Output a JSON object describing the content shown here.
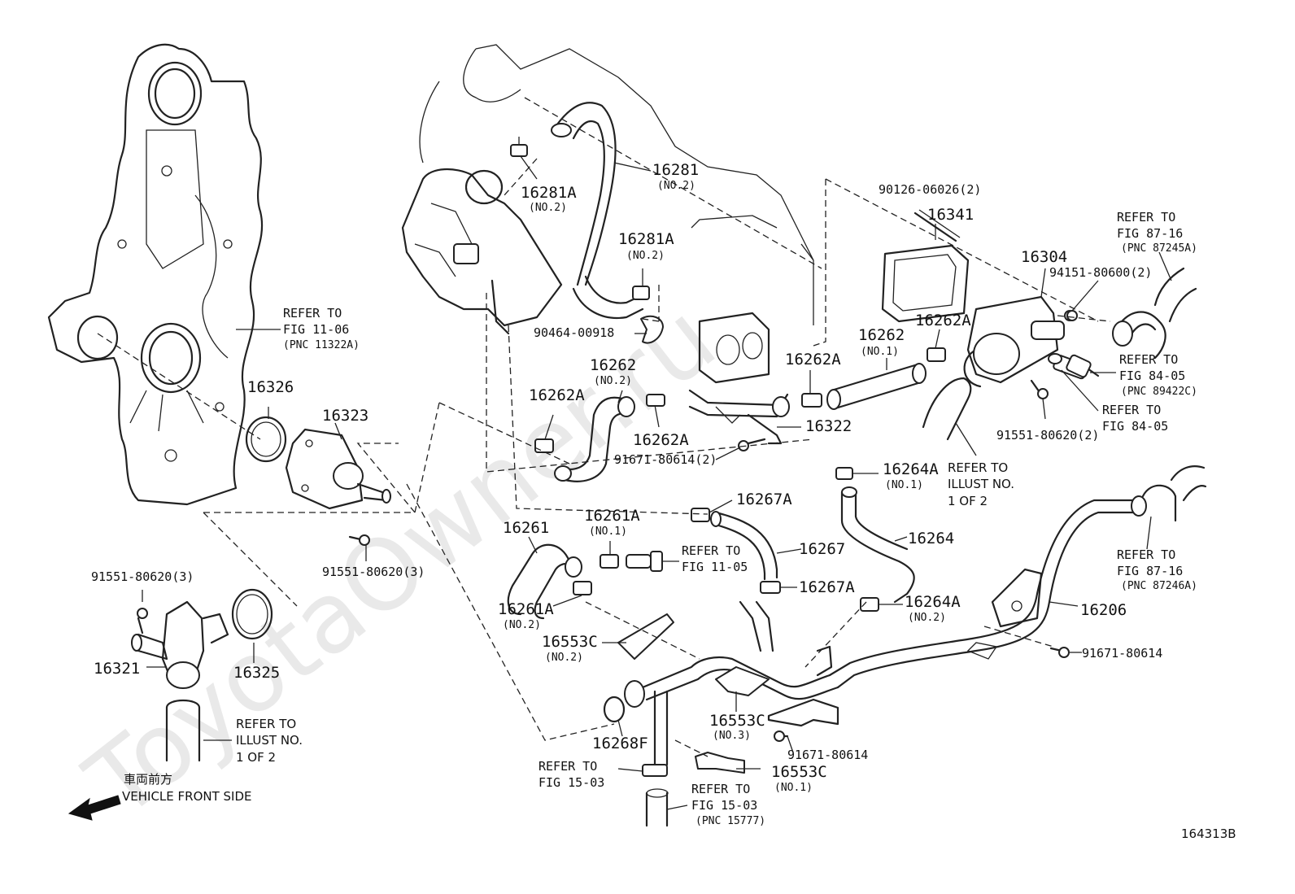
{
  "watermark": "ToyotaOwner.ru",
  "diagram_id": "164313B",
  "direction": {
    "japanese": "車両前方",
    "english": "VEHICLE FRONT SIDE"
  },
  "labels": [
    {
      "id": "p16281",
      "pn": "16281",
      "sub": "(NO.2)"
    },
    {
      "id": "p16281A_top",
      "pn": "16281A",
      "sub": "(NO.2)"
    },
    {
      "id": "p16281A_mid",
      "pn": "16281A",
      "sub": "(NO.2)"
    },
    {
      "id": "p90464",
      "pn": "90464-00918",
      "sub": ""
    },
    {
      "id": "p90126",
      "pn": "90126-06026(2)",
      "sub": ""
    },
    {
      "id": "p16341",
      "pn": "16341",
      "sub": ""
    },
    {
      "id": "p16304",
      "pn": "16304",
      "sub": ""
    },
    {
      "id": "p94151",
      "pn": "94151-80600(2)",
      "sub": ""
    },
    {
      "id": "p16262A_r",
      "pn": "16262A",
      "sub": ""
    },
    {
      "id": "p16262_no1",
      "pn": "16262",
      "sub": "(NO.1)"
    },
    {
      "id": "p16262A_mid",
      "pn": "16262A",
      "sub": ""
    },
    {
      "id": "p16262_no2",
      "pn": "16262",
      "sub": "(NO.2)"
    },
    {
      "id": "p16262A_l",
      "pn": "16262A",
      "sub": ""
    },
    {
      "id": "p16262A_b",
      "pn": "16262A",
      "sub": ""
    },
    {
      "id": "p16322",
      "pn": "16322",
      "sub": ""
    },
    {
      "id": "p91671_2",
      "pn": "91671-80614(2)",
      "sub": ""
    },
    {
      "id": "p91551_2",
      "pn": "91551-80620(2)",
      "sub": ""
    },
    {
      "id": "p16326",
      "pn": "16326",
      "sub": ""
    },
    {
      "id": "p16323",
      "pn": "16323",
      "sub": ""
    },
    {
      "id": "p91551_3a",
      "pn": "91551-80620(3)",
      "sub": ""
    },
    {
      "id": "p91551_3b",
      "pn": "91551-80620(3)",
      "sub": ""
    },
    {
      "id": "p16321",
      "pn": "16321",
      "sub": ""
    },
    {
      "id": "p16325",
      "pn": "16325",
      "sub": ""
    },
    {
      "id": "p16264A_1",
      "pn": "16264A",
      "sub": "(NO.1)"
    },
    {
      "id": "p16267A_t",
      "pn": "16267A",
      "sub": ""
    },
    {
      "id": "p16261",
      "pn": "16261",
      "sub": ""
    },
    {
      "id": "p16261A_1",
      "pn": "16261A",
      "sub": "(NO.1)"
    },
    {
      "id": "p16267",
      "pn": "16267",
      "sub": ""
    },
    {
      "id": "p16264",
      "pn": "16264",
      "sub": ""
    },
    {
      "id": "p16261A_2",
      "pn": "16261A",
      "sub": "(NO.2)"
    },
    {
      "id": "p16267A_b",
      "pn": "16267A",
      "sub": ""
    },
    {
      "id": "p16264A_2",
      "pn": "16264A",
      "sub": "(NO.2)"
    },
    {
      "id": "p16553C_2",
      "pn": "16553C",
      "sub": "(NO.2)"
    },
    {
      "id": "p16206",
      "pn": "16206",
      "sub": ""
    },
    {
      "id": "p91671_r",
      "pn": "91671-80614",
      "sub": ""
    },
    {
      "id": "p16553C_3",
      "pn": "16553C",
      "sub": "(NO.3)"
    },
    {
      "id": "p91671_b",
      "pn": "91671-80614",
      "sub": ""
    },
    {
      "id": "p16268F",
      "pn": "16268F",
      "sub": ""
    },
    {
      "id": "p16553C_1",
      "pn": "16553C",
      "sub": "(NO.1)"
    }
  ],
  "references": [
    {
      "id": "r_fig11_06",
      "lines": [
        "REFER TO",
        "FIG 11-06",
        "(PNC 11322A)"
      ]
    },
    {
      "id": "r_fig87_16a",
      "lines": [
        "REFER TO",
        "FIG 87-16",
        "(PNC 87245A)"
      ]
    },
    {
      "id": "r_fig84_05a",
      "lines": [
        "REFER TO",
        "FIG 84-05",
        "(PNC 89422C)"
      ]
    },
    {
      "id": "r_fig84_05b",
      "lines": [
        "REFER TO",
        "FIG 84-05"
      ]
    },
    {
      "id": "r_illust_r",
      "lines": [
        "REFER TO",
        "ILLUST NO.",
        "1 OF 2"
      ]
    },
    {
      "id": "r_fig11_05",
      "lines": [
        "REFER TO",
        "FIG 11-05"
      ]
    },
    {
      "id": "r_fig87_16b",
      "lines": [
        "REFER TO",
        "FIG 87-16",
        "(PNC 87246A)"
      ]
    },
    {
      "id": "r_illust_l",
      "lines": [
        "REFER TO",
        "ILLUST NO.",
        "1 OF 2"
      ]
    },
    {
      "id": "r_fig15_03a",
      "lines": [
        "REFER TO",
        "FIG 15-03"
      ]
    },
    {
      "id": "r_fig15_03b",
      "lines": [
        "REFER TO",
        "FIG 15-03",
        "(PNC 15777)"
      ]
    }
  ]
}
